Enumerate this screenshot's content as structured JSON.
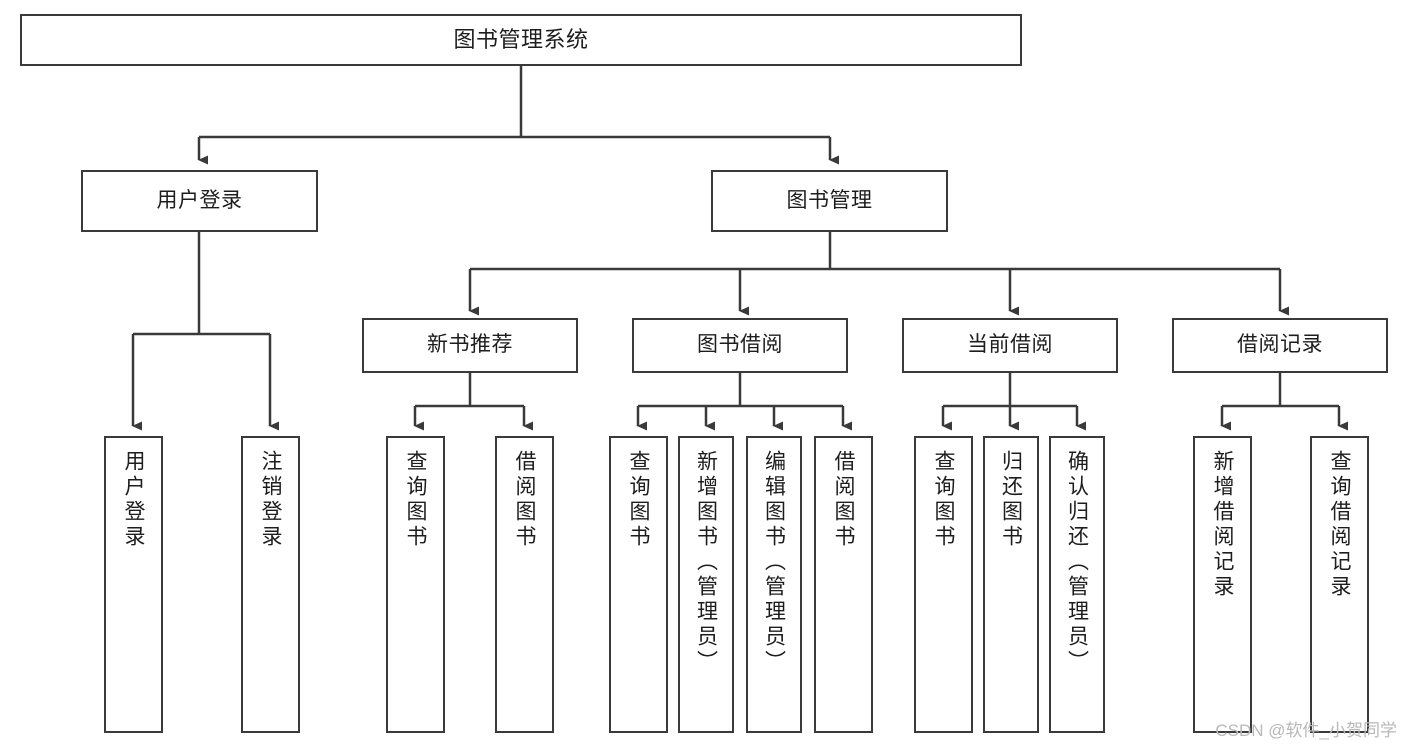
{
  "diagram": {
    "title": "图书管理系统",
    "type": "tree",
    "background_color": "#ffffff",
    "line_color": "#3a3a3a",
    "text_color": "#1d1d1d",
    "levels": {
      "root": {
        "label": "图书管理系统"
      },
      "level2": [
        {
          "label": "用户登录"
        },
        {
          "label": "图书管理"
        }
      ],
      "level3": [
        {
          "label": "新书推荐"
        },
        {
          "label": "图书借阅"
        },
        {
          "label": "当前借阅"
        },
        {
          "label": "借阅记录"
        }
      ],
      "leaves": {
        "user_login": [
          {
            "label": "用户登录"
          },
          {
            "label": "注销登录"
          }
        ],
        "new_book": [
          {
            "label": "查询图书"
          },
          {
            "label": "借阅图书"
          }
        ],
        "book_borrow": [
          {
            "label": "查询图书"
          },
          {
            "label": "新增图书（管理员）"
          },
          {
            "label": "编辑图书（管理员）"
          },
          {
            "label": "借阅图书"
          }
        ],
        "current_borrow": [
          {
            "label": "查询图书"
          },
          {
            "label": "归还图书"
          },
          {
            "label": "确认归还（管理员）"
          }
        ],
        "borrow_record": [
          {
            "label": "新增借阅记录"
          },
          {
            "label": "查询借阅记录"
          }
        ]
      }
    }
  },
  "watermark": {
    "text": "CSDN @软件_小贺同学"
  }
}
